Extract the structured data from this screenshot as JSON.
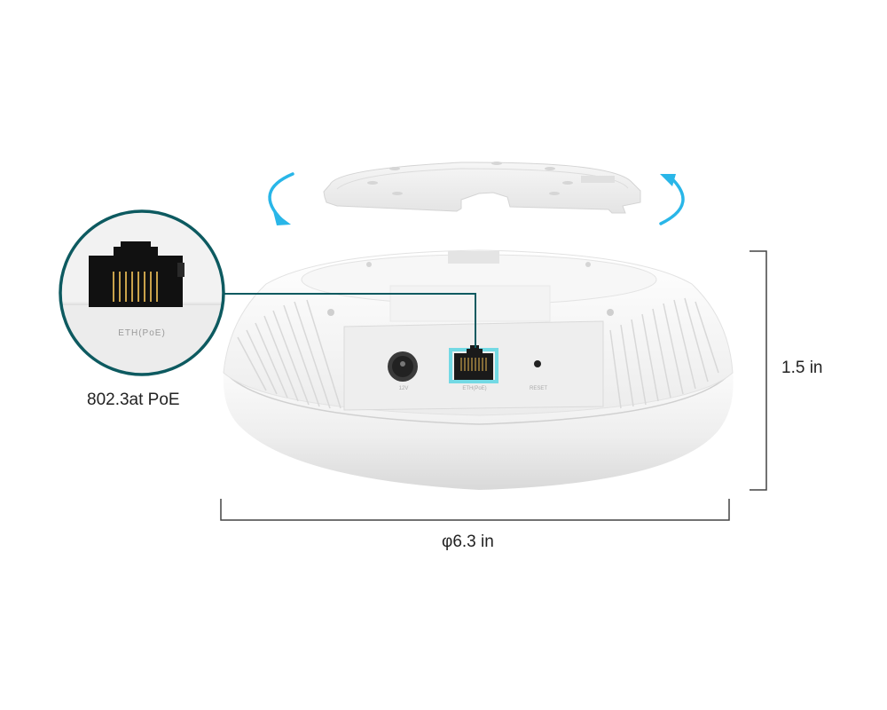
{
  "diagram": {
    "subject": "Ceiling-mount wireless access point with mounting bracket",
    "colors": {
      "callout_line": "#0d5a60",
      "rotation_arrows": "#29b6e8",
      "port_highlight": "#3fd0e0",
      "dimension_line": "#444444",
      "device_body": "#f2f2f2"
    },
    "callout": {
      "zoom_port_label": "ETH(PoE)",
      "caption": "802.3at PoE"
    },
    "ports": [
      {
        "name": "power-jack",
        "label": "12V"
      },
      {
        "name": "ethernet-port",
        "label": "ETH(PoE)"
      },
      {
        "name": "reset-button",
        "label": "RESET"
      }
    ],
    "dimensions": {
      "height": "1.5 in",
      "diameter": "φ6.3 in"
    },
    "icons": {
      "rotate_left": "rotate-ccw-arrow",
      "rotate_right": "rotate-cw-arrow"
    }
  }
}
